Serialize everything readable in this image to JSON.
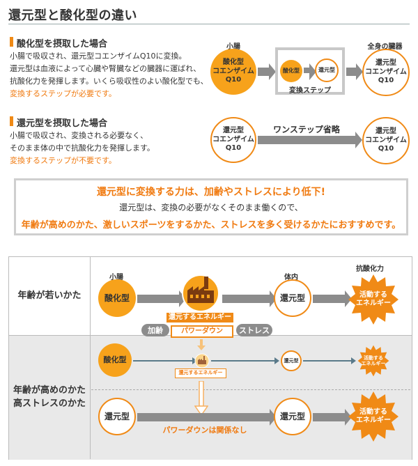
{
  "title": "還元型と酸化型の違い",
  "section1": {
    "heading": "酸化型を摂取した場合",
    "body_lines": [
      "小腸で吸収され、還元型コエンザイムQ10に変換。",
      "還元型は血液によって心臓や腎臓などの臓器に運ばれ、",
      "抗酸化力を発揮します。いくら吸収性のよい酸化型でも、"
    ],
    "highlight": "変換するステップが必要です。",
    "diagram": {
      "label_left": "小腸",
      "label_right": "全身の臓器",
      "oxidized": "酸化型\nコエンザイム\nQ10",
      "step_small_oxidized": "酸化型",
      "step_small_reduced": "還元型",
      "step_caption": "変換ステップ",
      "reduced": "還元型\nコエンザイム\nQ10"
    }
  },
  "section2": {
    "heading": "還元型を摂取した場合",
    "body_lines": [
      "小腸で吸収され、変換される必要なく、",
      "そのまま体の中で抗酸化力を発揮します。"
    ],
    "highlight": "変換するステップが不要です。",
    "diagram": {
      "left": "還元型\nコエンザイム\nQ10",
      "arrow_text": "ワンステップ省略",
      "right": "還元型\nコエンザイム\nQ10"
    }
  },
  "callout": {
    "line1": "還元型に変換する力は、加齢やストレスにより低下!",
    "line2": "還元型は、変換の必要がなくそのまま働くので、",
    "line3": "年齢が高めのかた、激しいスポーツをするかた、ストレスを多く受けるかたにおすすめです。"
  },
  "panel": {
    "col_labels": {
      "small_intestine": "小腸",
      "body": "体内",
      "antioxidant": "抗酸化力"
    },
    "row1": {
      "label": "年齢が若いかた",
      "start": "酸化型",
      "banner": "還元するエネルギー",
      "mid": "還元型",
      "end": "活動する\nエネルギー"
    },
    "modifiers": {
      "aging": "加齢",
      "powerdown": "パワーダウン",
      "stress": "ストレス"
    },
    "row2": {
      "label": "年齢が高めのかた\n高ストレスのかた",
      "start": "酸化型",
      "banner_small": "還元するエネルギー",
      "mid": "還元型",
      "end": "活動する\nエネルギー"
    },
    "row3": {
      "start": "還元型",
      "note": "パワーダウンは関係なし",
      "mid": "還元型",
      "end": "活動する\nエネルギー"
    }
  },
  "colors": {
    "accent": "#f08a16",
    "accent_dark": "#f07a10",
    "gray_arrow": "#8c8c8c",
    "panel_shade": "#e9e9e9"
  }
}
